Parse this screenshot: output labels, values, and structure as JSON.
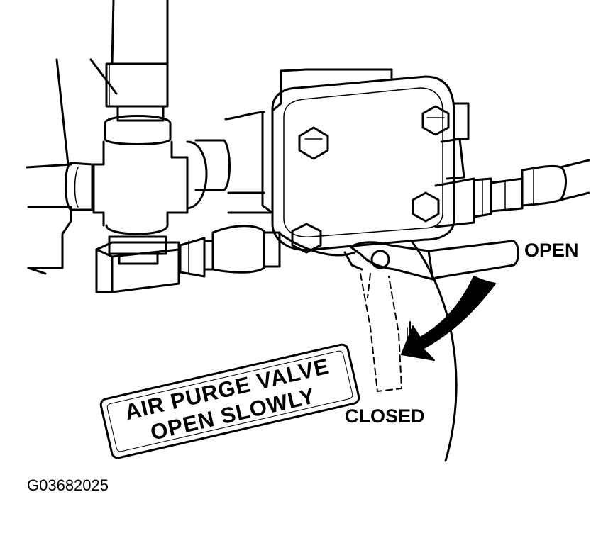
{
  "labels": {
    "open": "OPEN",
    "closed": "CLOSED"
  },
  "warning_sign": {
    "line1": "AIR PURGE VALVE",
    "line2": "OPEN SLOWLY"
  },
  "figure_id": "G03682025",
  "colors": {
    "ink": "#000000",
    "paper": "#ffffff"
  }
}
